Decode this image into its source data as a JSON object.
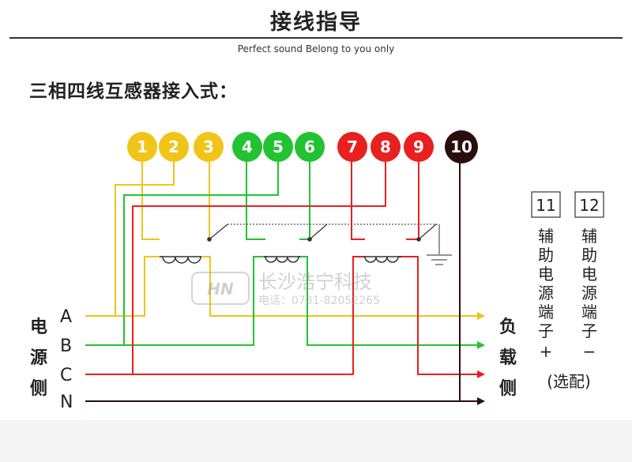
{
  "title": "接线指导",
  "subtitle": "Perfect sound Belong to you only",
  "heading": "三相四线互感器接入式：",
  "terminals": [
    "1",
    "2",
    "3",
    "4",
    "5",
    "6",
    "7",
    "8",
    "9",
    "10"
  ],
  "aux_terminals": [
    "11",
    "12"
  ],
  "aux_text": [
    "辅",
    "助",
    "电",
    "源",
    "端",
    "子"
  ],
  "aux_signs": [
    "+",
    "−"
  ],
  "optional_note": "(选配)",
  "phase_labels": [
    "A",
    "B",
    "C",
    "N"
  ],
  "source_side_label": [
    "电",
    "源",
    "侧"
  ],
  "load_side_label": [
    "负",
    "载",
    "侧"
  ],
  "watermark": {
    "company": "长沙浩宁科技",
    "phone": "电话：0731-82052265"
  },
  "colors": {
    "phase_a": "#f0c419",
    "phase_b": "#22c332",
    "phase_c": "#e82020",
    "neutral": "#2a0d0d"
  }
}
